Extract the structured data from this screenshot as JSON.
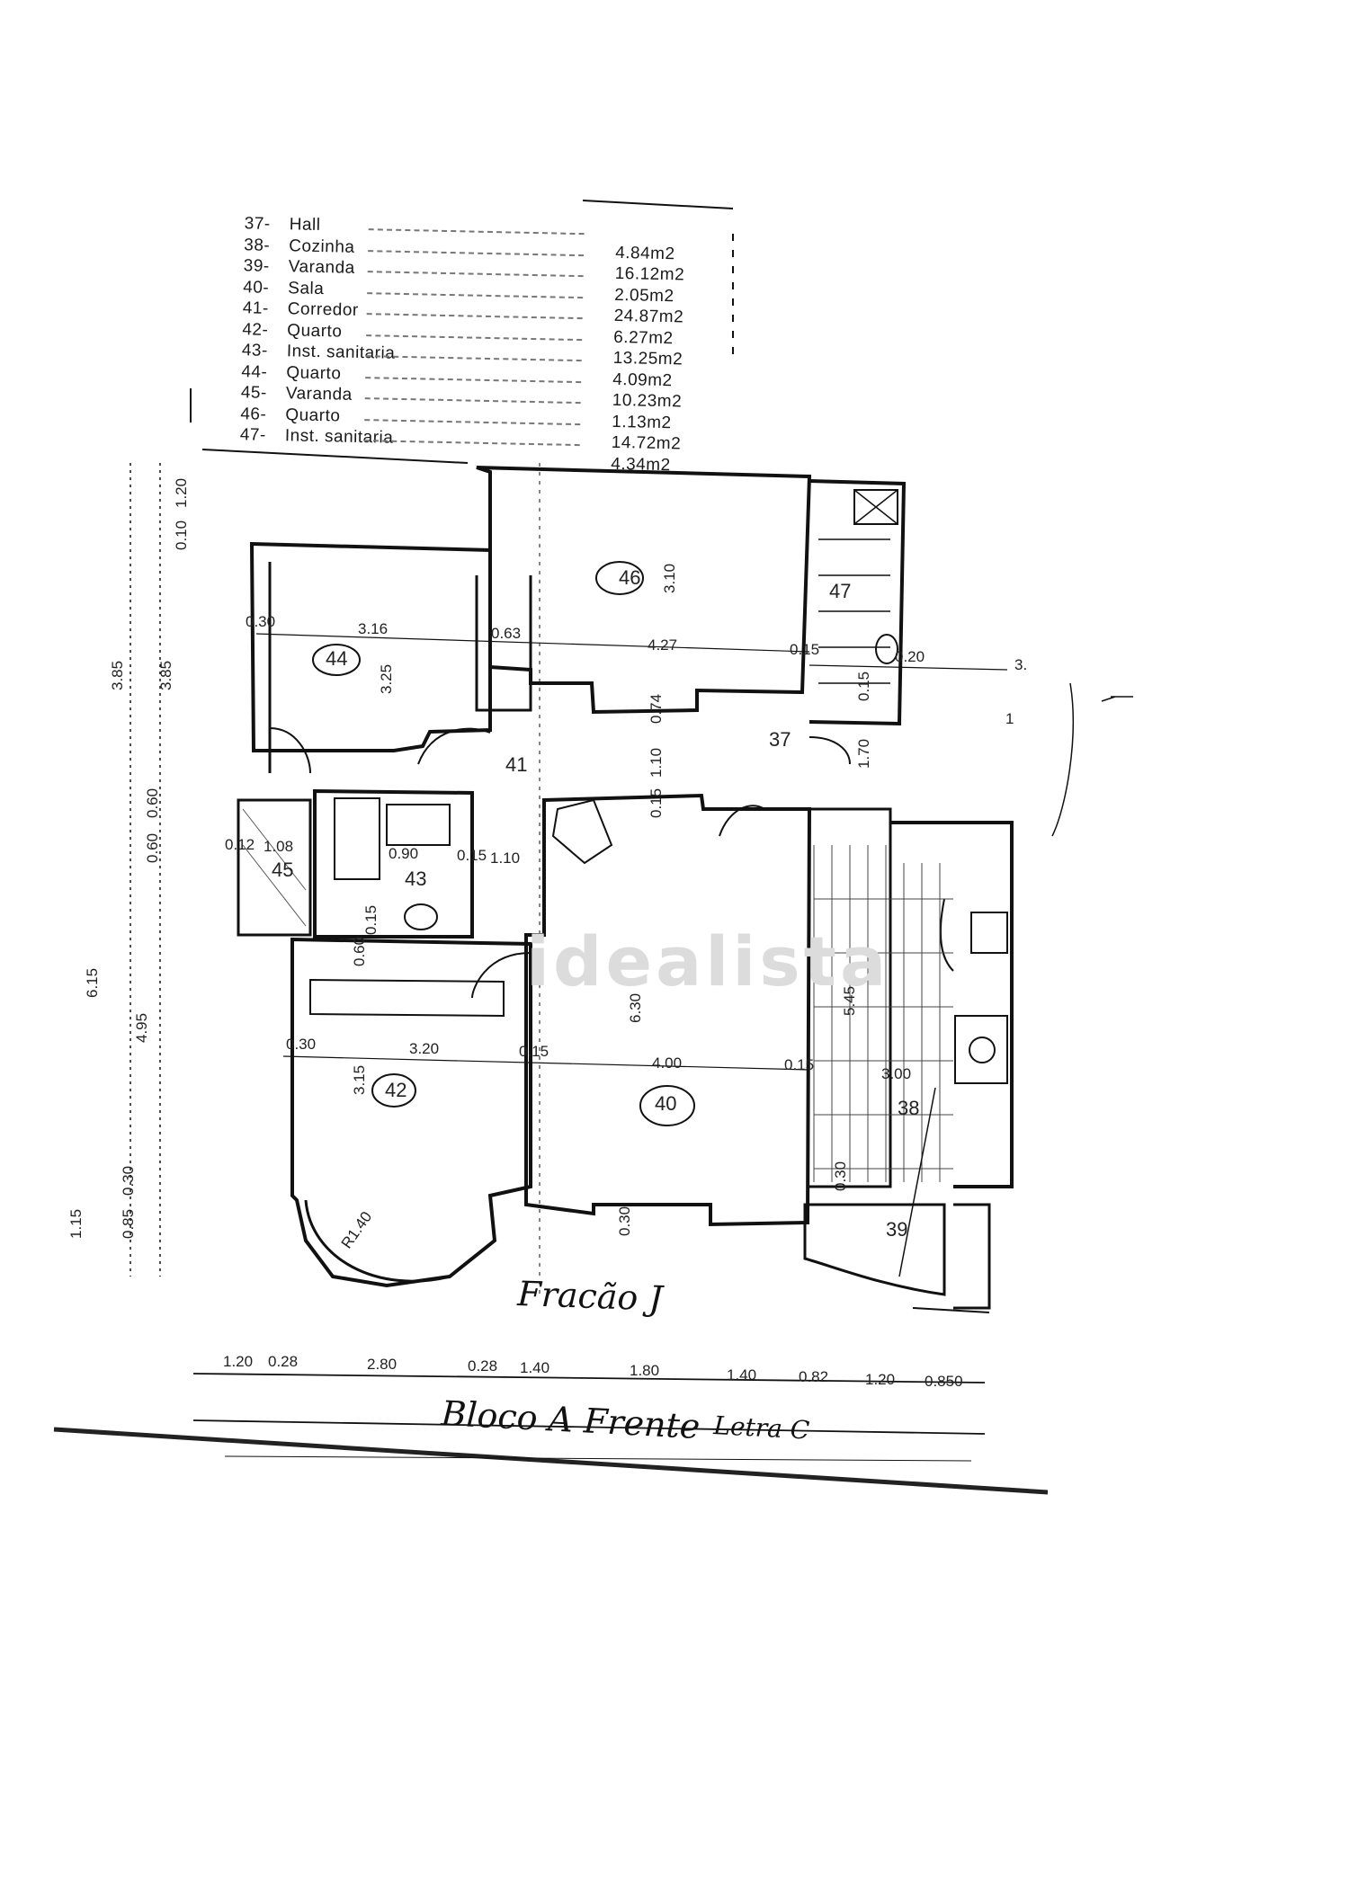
{
  "legend": [
    {
      "num": "37-",
      "name": "Hall",
      "area": ""
    },
    {
      "num": "38-",
      "name": "Cozinha",
      "area": "4.84m2"
    },
    {
      "num": "39-",
      "name": "Varanda",
      "area": "16.12m2"
    },
    {
      "num": "40-",
      "name": "Sala",
      "area": "2.05m2"
    },
    {
      "num": "41-",
      "name": "Corredor",
      "area": "24.87m2"
    },
    {
      "num": "42-",
      "name": "Quarto",
      "area": "6.27m2"
    },
    {
      "num": "43-",
      "name": "Inst. sanitaria",
      "area": "13.25m2"
    },
    {
      "num": "44-",
      "name": "Quarto",
      "area": "4.09m2"
    },
    {
      "num": "45-",
      "name": "Varanda",
      "area": "10.23m2"
    },
    {
      "num": "46-",
      "name": "Quarto",
      "area": "1.13m2"
    },
    {
      "num": "47-",
      "name": "Inst. sanitaria",
      "area": "14.72m2"
    },
    {
      "num": "",
      "name": "",
      "area": "4.34m2"
    }
  ],
  "rooms": {
    "r37": "37",
    "r38": "38",
    "r39": "39",
    "r40": "40",
    "r41": "41",
    "r42": "42",
    "r43": "43",
    "r44": "44",
    "r45": "45",
    "r46": "46",
    "r47": "47"
  },
  "dims": {
    "d_030a": "0.30",
    "d_316": "3.16",
    "d_063": "0.63",
    "d_427": "4.27",
    "d_015a": "0.15",
    "d_020": "0.20",
    "d_325": "3.25",
    "d_310": "3.10",
    "d_074": "0.74",
    "d_170": "1.70",
    "d_110v": "1.10",
    "d_015b": "0.15",
    "d_015c": "0.15",
    "d_012": "0.12",
    "d_108": "1.08",
    "d_090": "0.90",
    "d_015d": "0.15",
    "d_110h": "1.10",
    "d_060": "0.60",
    "d_015e": "0.15",
    "d_030b": "0.30",
    "d_320": "3.20",
    "d_015f": "0.15",
    "d_400": "4.00",
    "d_015g": "0.15",
    "d_630": "6.30",
    "d_545": "5.45",
    "d_300": "3.00",
    "d_315": "3.15",
    "d_r140": "R1.40",
    "d_030c": "0.30",
    "d_030d": "0.30",
    "d_3r": "3.",
    "d_1r": "1",
    "v_010": "0.10",
    "v_120": "1.20",
    "v_385a": "3.85",
    "v_385b": "3.85",
    "v_060a": "0.60",
    "v_060b": "0.60",
    "v_615": "6.15",
    "v_495": "4.95",
    "v_115": "1.15",
    "v_085": "0.85",
    "v_030": "0.30",
    "b_120a": "1.20",
    "b_028a": "0.28",
    "b_280": "2.80",
    "b_028b": "0.28",
    "b_140a": "1.40",
    "b_180": "1.80",
    "b_140b": "1.40",
    "b_082": "0.82",
    "b_120b": "1.20",
    "b_0850": "0.850"
  },
  "handwriting": {
    "fracao": "Fracão J",
    "bloco": "Bloco A Frente",
    "letra": "Letra C"
  },
  "watermark": "idealista"
}
